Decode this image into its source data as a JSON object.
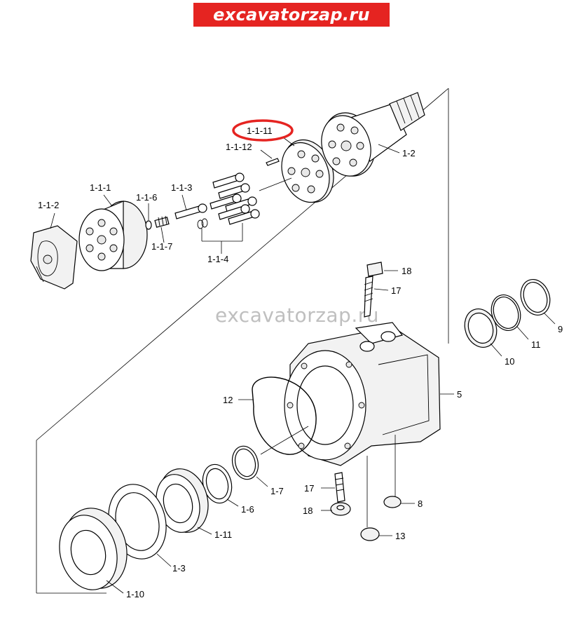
{
  "banner": {
    "text": "excavatorzap.ru",
    "bg_color": "#e52421",
    "text_color": "#ffffff"
  },
  "watermark": {
    "text": "excavatorzap.ru",
    "color": "#bfbfbf"
  },
  "highlight": {
    "label": "1-1-11",
    "color": "#e52421"
  },
  "labels": {
    "l_1_1_11": "1-1-11",
    "l_1_1_12": "1-1-12",
    "l_1_2": "1-2",
    "l_1_1_1": "1-1-1",
    "l_1_1_6": "1-1-6",
    "l_1_1_3": "1-1-3",
    "l_1_1_2": "1-1-2",
    "l_1_1_7": "1-1-7",
    "l_1_1_4": "1-1-4",
    "l_18_top": "18",
    "l_17_top": "17",
    "l_9": "9",
    "l_11": "11",
    "l_10": "10",
    "l_5": "5",
    "l_12": "12",
    "l_1_7": "1-7",
    "l_17_bottom": "17",
    "l_8": "8",
    "l_18_bottom": "18",
    "l_1_6": "1-6",
    "l_1_11": "1-11",
    "l_13": "13",
    "l_1_3": "1-3",
    "l_1_10": "1-10"
  }
}
